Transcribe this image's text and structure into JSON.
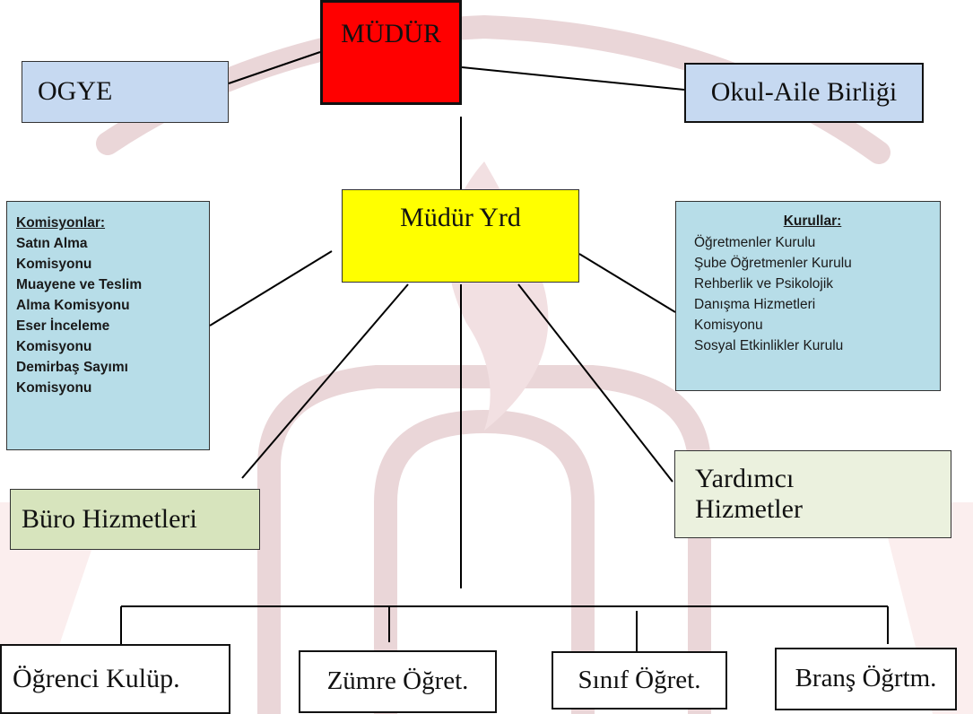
{
  "colors": {
    "mudur_fill": "#ff0000",
    "blue_fill": "#c6d9f1",
    "yellow_fill": "#ffff00",
    "teal_fill": "#b7dde8",
    "green_fill": "#d7e4bd",
    "pale_green_fill": "#ebf1de",
    "watermark": "#e8d4d6"
  },
  "nodes": {
    "mudur": "MÜDÜR",
    "ogye": "OGYE",
    "okul_aile": "Okul-Aile Birliği",
    "mudur_yrd": "Müdür Yrd",
    "komisyonlar": {
      "heading": "Komisyonlar:",
      "items": [
        "Satın Alma",
        "Komisyonu",
        "Muayene ve Teslim",
        "Alma Komisyonu",
        "Eser İnceleme",
        "Komisyonu",
        "Demirbaş Sayımı",
        "Komisyonu"
      ]
    },
    "kurullar": {
      "heading": "Kurullar:",
      "items": [
        "Öğretmenler Kurulu",
        "Şube Öğretmenler Kurulu",
        "Rehberlik ve Psikolojik",
        "Danışma Hizmetleri",
        "Komisyonu",
        "Sosyal Etkinlikler Kurulu"
      ]
    },
    "buro": "Büro Hizmetleri",
    "yardimci": [
      "Yardımcı",
      "Hizmetler"
    ],
    "ogrenci": "Öğrenci Kulüp.",
    "zumre": "Zümre Öğret.",
    "sinif": "Sınıf Öğret.",
    "brans": "Branş Öğrtm."
  }
}
